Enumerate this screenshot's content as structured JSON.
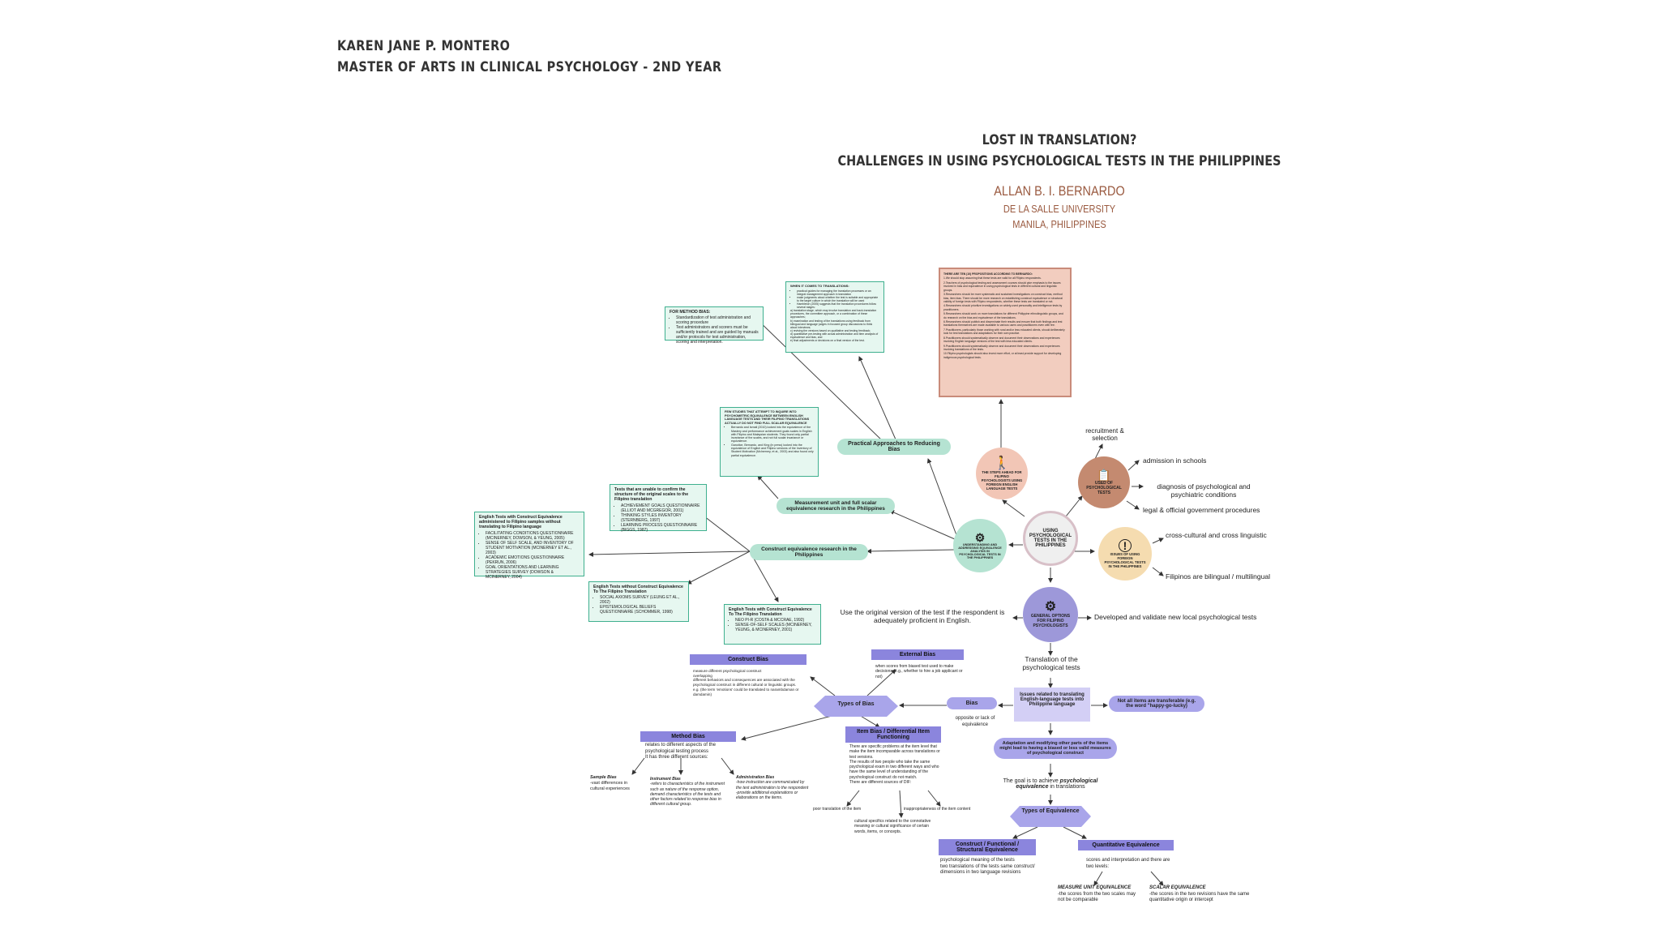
{
  "header": {
    "name": "KAREN JANE P. MONTERO",
    "program": "MASTER OF ARTS IN CLINICAL PSYCHOLOGY - 2ND YEAR"
  },
  "title": {
    "line1": "LOST IN TRANSLATION?",
    "line2": "CHALLENGES IN USING PSYCHOLOGICAL TESTS IN THE PHILIPPINES",
    "author": "ALLAN  B. I. BERNARDO",
    "affiliation1": "DE LA SALLE UNIVERSITY",
    "affiliation2": "MANILA, PHILIPPINES"
  },
  "center": {
    "label": "USING PSYCHOLOGICAL TESTS IN THE PHILIPPINES"
  },
  "steps_ahead": "THE STEPS AHEAD FOR FILIPINO PSYCHOLOGISTS USING FOREIGN ENGLISH LANGUAGE TESTS",
  "used_of": {
    "label": "USED OF PSYCHOLOGICAL TESTS",
    "items": [
      "recruitment & selection",
      "admission in schools",
      "diagnosis of psychological and psychiatric conditions",
      "legal & official government procedures"
    ]
  },
  "issues_foreign": {
    "label": "ISSUES OF USING FOREIGN PSYCHOLOGICAL TESTS IN THE PHILIPPINES",
    "items": [
      "cross-cultural and cross linguistic",
      "Filipinos are bilingual / multilingual"
    ]
  },
  "understanding": "UNDERSTANDING AND ADDRESSING EQUIVALENCE ANALYSIS IN PSYCHOLOGICAL TESTS IN THE PHILIPPINES",
  "general": {
    "label": "GENERAL OPTIONS FOR FILIPINO PSYCHOLOGISTS",
    "left": "Use the original version of the test if the respondent  is adequately proficient in English.",
    "right": "Developed and validate new local psychological tests",
    "down": "Translation of the psychological tests"
  },
  "ten_props": {
    "heading": "THERE ARE TEN (10) PROPOSITIONS ACCORDING TO BERNARDO:",
    "items": [
      "1.We should stop assuming that these tests are valid for all Filipino respondents.",
      "2.Teachers of psychological testing and assessment courses should give emphasis to the issues involved in bias and equivalence in using psychological tests in different cultural and linguistic groups.",
      "3.Researchers should be more systematic and sustained investigations on construct bias, method bias, item bias. There should be more research on establishing construct equivalence or structural validity of foreign tests with Filipino respondents, whether these tests are translated or not.",
      "4.Researchers should prioritize investigations on widely-used personality and intelligence tests by practitioners.",
      "5.Researchers should work on more translations for different Philippine ethnolinguistic groups, and do research on the bias and equivalence of the translations.",
      "6.Researchers should publish and disseminate their results and ensure that both findings and test translations themselves are made available to various users and practitioners even with fee.",
      "7.Practitioners, particularly those working with rural and/or less educated clients, should deliberately look for test translations and adaptations for their own practice.",
      "8.Practitioners should systematically observe and document their observations and experiences involving English language versions of the test with less educated clients.",
      "9.Practitioners should systematically observe and document their observations and experiences involving translations of the tests.",
      "10.Filipino psychologists should also invest more effort, or at least provide support for developing indigenous psychological tests."
    ]
  },
  "practical": {
    "label": "Practical Approaches to Reducing Bias",
    "method_box_title": "FOR METHOD BIAS:",
    "method_box_items": [
      "Standardization of test administration and scoring procedure",
      "Test administrators and scorers must be sufficiently trained and are guided by manuals and/or protocols for test administration, scoring and interpretation."
    ],
    "translation_box_title": "WHEN IT COMES TO TRANSLATIONS:",
    "translation_box_items": [
      "practical guides for managing the translation processes or an integral management approach in translation",
      "make judgments about whether the test is suitable and appropriate to the target culture in which the translation will be used",
      "Hambleton (2005) suggests that the translation procedures follow several stages:",
      "a) translation stage, which may involve translation and back-translation procedures, the committee approach, or a combination of these approaches;",
      "b) examination and testing of the translations using feedback from bilingual and language judges in focused group discussions to think aloud interviews;",
      "c) revising the versions based on qualitative and testing feedback;",
      "d) quantitative pre-testing with actual administration and item analysis of equivalence and bias, and",
      "e) final adjustments or decisions on a final version of the test."
    ]
  },
  "measurement": {
    "label": "Measurement unit and full scalar equivalence research in the Philippines",
    "box_title": "FEW STUDIES THAT ATTEMPT TO INQUIRE INTO PSYCHOMETRIC EQUIVALENCE BETWEEN ENGLISH LANGUAGE TESTS AND THEIR FILIPINO TRANSLATIONS ACTUALLY DO NOT FIND FULL SCALAR EQUIVALENCE",
    "box_items": [
      "Bernardo and Ismail (2010) looked into the equivalence of the Mastery and performance achievement goals scales in English with Filipino and Malaysian students. They found only partial invariance of the scales, and not full scalar invariance or equivalence.",
      "Ganotice, Bernardo, and King (in press) looked into the equivalence of English and Filipino versions of the Inventory of Student Motivation (McInerney, et al., 2003) and also found only partial equivalence."
    ]
  },
  "construct_research": {
    "label": "Construct equivalence research in the Philippines",
    "unable_title": "Tests that are unable to confirm the structure of the original scales to the Filipino translation",
    "unable_items": [
      "ACHIEVEMENT GOALS QUESTIONNAIRE (ELLIOT AND MCGREGOR, 2001)",
      "THINKING STYLES INVENTORY (STERNBERG, 1997)",
      "LEARNING PROCESS QUESTIONNAIRE (BIGGS, 1987)"
    ],
    "admin_title": "English Tests with Construct Equivalence administered to Filipino samples without translating to Filipino language",
    "admin_items": [
      "FACILITATING CONDITIONS QUESTIONNAIRE (MCINERNEY, DOWSON, & YEUNG, 2005)",
      "SENSE OF SELF SCALE, AND INVENTORY OF STUDENT MOTIVATION (MCINERNEY ET AL., 2003)",
      "ACADEMIC EMOTIONS QUESTIONNAIRE (PEKRUN, 2006)",
      "GOAL ORIENTATIONS AND LEARNING STRATEGIES SURVEY (DOWSON & MCINERNEY, 2004)"
    ],
    "without_title": "English Tests without Construct Equivalence To The Filipino Translation",
    "without_items": [
      "SOCIAL AXIOMS SURVEY (LEUNG ET AL., 2002)",
      "EPISTEMOLOGICAL BELIEFS QUESTIONNAIRE (SCHOMMER, 1998)"
    ],
    "with_title": "English Tests with Construct Equivalence To The Filipino Translation",
    "with_items": [
      "NEO PI-R (COSTA & MCCRAE, 1992)",
      "SENSE-OF-SELF SCALES (MCINERNEY, YEUNG, & MCINERNEY, 2001)"
    ]
  },
  "translation_issues": {
    "label": "Issues related to translating English-language tests into Philippine language",
    "not_all": "Not all items are transferable (e.g. the word \"happy-go-lucky)",
    "adaptation": "Adaptation and modifying other parts of the items might lead to having a biased or less valid measures of psychological construct",
    "goal_pre": "The goal is to achieve ",
    "goal_em": "psychological equivalence",
    "goal_post": " in translations"
  },
  "bias": {
    "label": "Bias",
    "note": "opposite  or  lack of equivalence",
    "types_label": "Types of Bias",
    "construct_title": "Construct Bias",
    "construct_items": [
      "measure different psychological construct",
      "overlapping",
      "different behaviors and consequences are associated with the psychological construct in different cultural or linguistic groups.",
      "e.g. (the term 'emotions' could be translated to narambdaman or damdamin)"
    ],
    "external_title": "External Bias",
    "external_items": [
      "when scores from biased test used to make decisions (e.g., whether to hire a job applicant or not)"
    ],
    "method_title": "Method Bias",
    "method_items": [
      "relates to different aspects of the psychological testing process",
      "It has three different sources:"
    ],
    "sample_title": "Sample Bias",
    "sample_text": "-vast differences in cultural experiences",
    "instrument_title": "Instrument Bias",
    "instrument_text": "-refers to characteristics of the instrument such as nature of the response option, demand characteristics of the tests and other factors related to response bias in different cultural group.",
    "administration_title": "Administration Bias",
    "administration_text": "-how instruction are communicated by the test administration to the respondent -provide additional explanations or elaborations on the items.",
    "item_title": "Item Bias / Differential Item Functioning",
    "item_items": [
      "There are specific problems at the item level that make the item incomparable across translations or test versions.",
      "The results of two people who take the same psychological exam in two different ways and who have the same level of understanding of the psychological construct do not match.",
      "There are different sources of DIF:"
    ],
    "dif_poor": "poor translation of the item",
    "dif_inappropriate": "inappropriateness of the item content",
    "dif_cultural": "cultural specifics related to the connotative meaning or cultural significance of certain words, items, or concepts."
  },
  "equivalence": {
    "types_label": "Types of Equivalence",
    "construct_title": "Construct / Functional / Structural Equivalence",
    "construct_items": [
      "psychological meaning of the tests",
      "two translations of the tests same construct/ dimensions in two language revisions"
    ],
    "quant_title": "Quantitative Equivalence",
    "quant_items": [
      "scores and interpretation and there are two levels:"
    ],
    "mu_title": "MEASURE UNIT EQUIVALENCE",
    "mu_text": "-the scores from the two scales may not be comparable",
    "sc_title": "SCALAR EQUIVALENCE",
    "sc_text": "-the scores in the two revisions have the same quantitative origin or intercept"
  },
  "colors": {
    "teal": "#3fb08f",
    "mint": "#b5e3d2",
    "purple": "#8b85dd",
    "lavender": "#a9a5ea",
    "salmon": "#f2cdbf",
    "brown": "#c48a70"
  }
}
